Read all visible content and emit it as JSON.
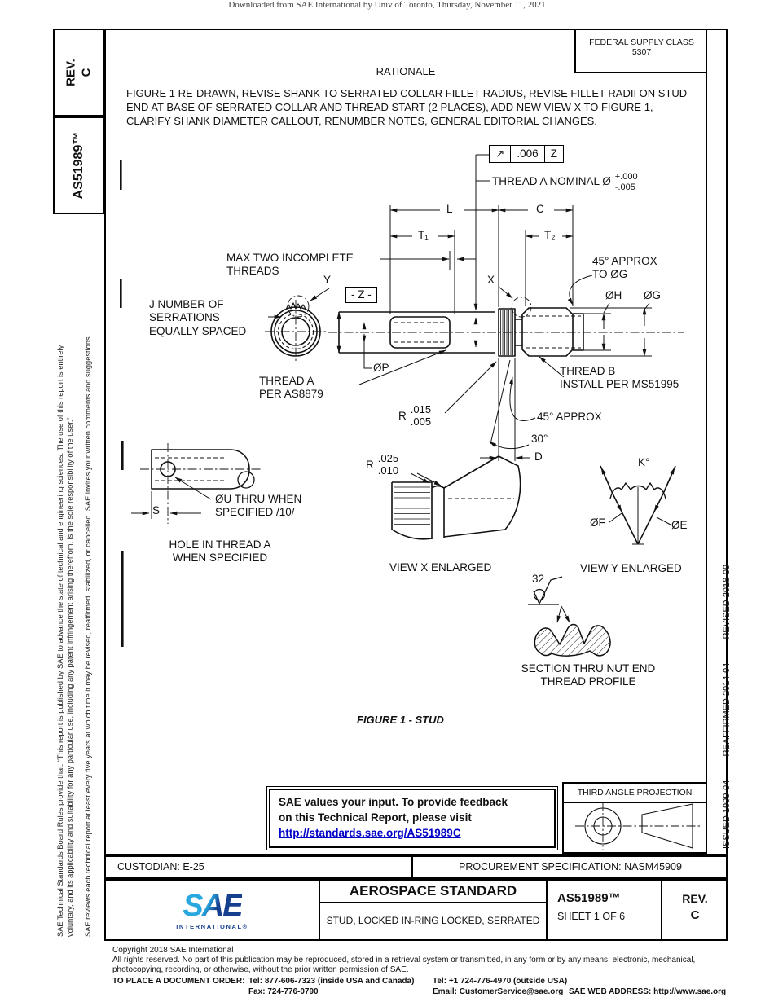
{
  "watermark": "Downloaded from SAE International by Univ of Toronto, Thursday, November 11, 2021",
  "left_sidebar": {
    "rev_label": "REV.",
    "rev_value": "C",
    "standard_number": "AS51989™",
    "disclaimer_line1": "SAE Technical Standards Board Rules provide that: “This report is published by SAE to advance the state of technical and engineering sciences. The use of this report is entirely",
    "disclaimer_line2": "voluntary, and its applicability and suitability for any particular use, including any patent infringement arising therefrom, is the sole responsibility of the user.”",
    "review_note": "SAE reviews each technical report at least every five years at which time it may be revised, reaffirmed, stabilized, or cancelled. SAE invites your written comments and suggestions."
  },
  "right_sidebar": {
    "issued": "ISSUED 1999-04",
    "reaffirmed": "REAFFIRMED 2014-04",
    "revised": "REVISED 2018-09"
  },
  "header": {
    "federal_supply_class_label": "FEDERAL SUPPLY CLASS",
    "federal_supply_class_value": "5307",
    "rationale_title": "RATIONALE",
    "rationale_text": "FIGURE 1 RE-DRAWN, REVISE SHANK TO SERRATED COLLAR FILLET RADIUS, REVISE FILLET RADII ON STUD END AT BASE OF SERRATED COLLAR AND THREAD START (2 PLACES), ADD NEW VIEW X TO FIGURE 1, CLARIFY SHANK DIAMETER CALLOUT, RENUMBER NOTES, GENERAL EDITORIAL CHANGES."
  },
  "figure": {
    "caption": "FIGURE 1 - STUD",
    "labels": {
      "fcf_symbol": "↗",
      "fcf_tol": ".006",
      "fcf_datum": "Z",
      "thread_a_nominal": "THREAD A NOMINAL Ø",
      "tol_plus": "+.000",
      "tol_minus": "-.005",
      "dim_l": "L",
      "dim_c": "C",
      "dim_t1": "T₁",
      "dim_t2": "T₂",
      "max_incomplete": "MAX TWO INCOMPLETE\nTHREADS",
      "y": "Y",
      "x": "X",
      "deg45_to_og": "45° APPROX\nTO ØG",
      "datum_z": "- Z -",
      "dia_h": "ØH",
      "dia_g": "ØG",
      "j_serrations": "J NUMBER OF\nSERRATIONS\nEQUALLY SPACED",
      "dia_p": "ØP",
      "thread_a_per": "THREAD A\nPER AS8879",
      "thread_b_install": "THREAD B\nINSTALL PER MS51995",
      "r_prefix": "R",
      "r1_top": ".015",
      "r1_bot": ".005",
      "deg45_approx": "45° APPROX",
      "deg30": "30°",
      "dim_d": "D",
      "r2_top": ".025",
      "r2_bot": ".010",
      "k_deg": "K°",
      "dia_f": "ØF",
      "dia_e": "ØE",
      "ou_thru": "ØU THRU WHEN\nSPECIFIED /10/",
      "s": "S",
      "hole_note": "HOLE IN THREAD A\nWHEN SPECIFIED",
      "view_x": "VIEW X ENLARGED",
      "view_y": "VIEW Y ENLARGED",
      "finish": "32",
      "section_note": "SECTION THRU NUT END\nTHREAD PROFILE"
    }
  },
  "feedback": {
    "line1": "SAE values your input. To provide feedback",
    "line2": "on this Technical Report, please visit",
    "link": "http://standards.sae.org/AS51989C"
  },
  "projection": {
    "title": "THIRD ANGLE PROJECTION"
  },
  "title_block": {
    "custodian": "CUSTODIAN: E-25",
    "procurement": "PROCUREMENT SPECIFICATION: NASM45909",
    "doc_type": "AEROSPACE STANDARD",
    "doc_title": "STUD, LOCKED IN-RING LOCKED, SERRATED",
    "number": "AS51989™",
    "sheet": "SHEET 1 OF 6",
    "rev_label": "REV.",
    "rev_value": "C",
    "logo_text": "SAE",
    "logo_sub": "INTERNATIONAL®"
  },
  "footer": {
    "copyright": "Copyright 2018 SAE International",
    "rights": "All rights reserved. No part of this publication may be reproduced, stored in a retrieval system or transmitted, in any form or by any means, electronic, mechanical, photocopying, recording, or otherwise, without the prior written permission of SAE.",
    "order_label": "TO PLACE A DOCUMENT ORDER:",
    "tel_inside": "Tel: 877-606-7323 (inside USA and Canada)",
    "tel_outside": "Tel: +1 724-776-4970 (outside USA)",
    "fax": "Fax: 724-776-0790",
    "email": "Email: CustomerService@sae.org",
    "web": "SAE WEB ADDRESS: http://www.sae.org"
  },
  "colors": {
    "link": "#0000c8",
    "logo_light": "#29a8e0",
    "logo_dark": "#173f8f"
  }
}
